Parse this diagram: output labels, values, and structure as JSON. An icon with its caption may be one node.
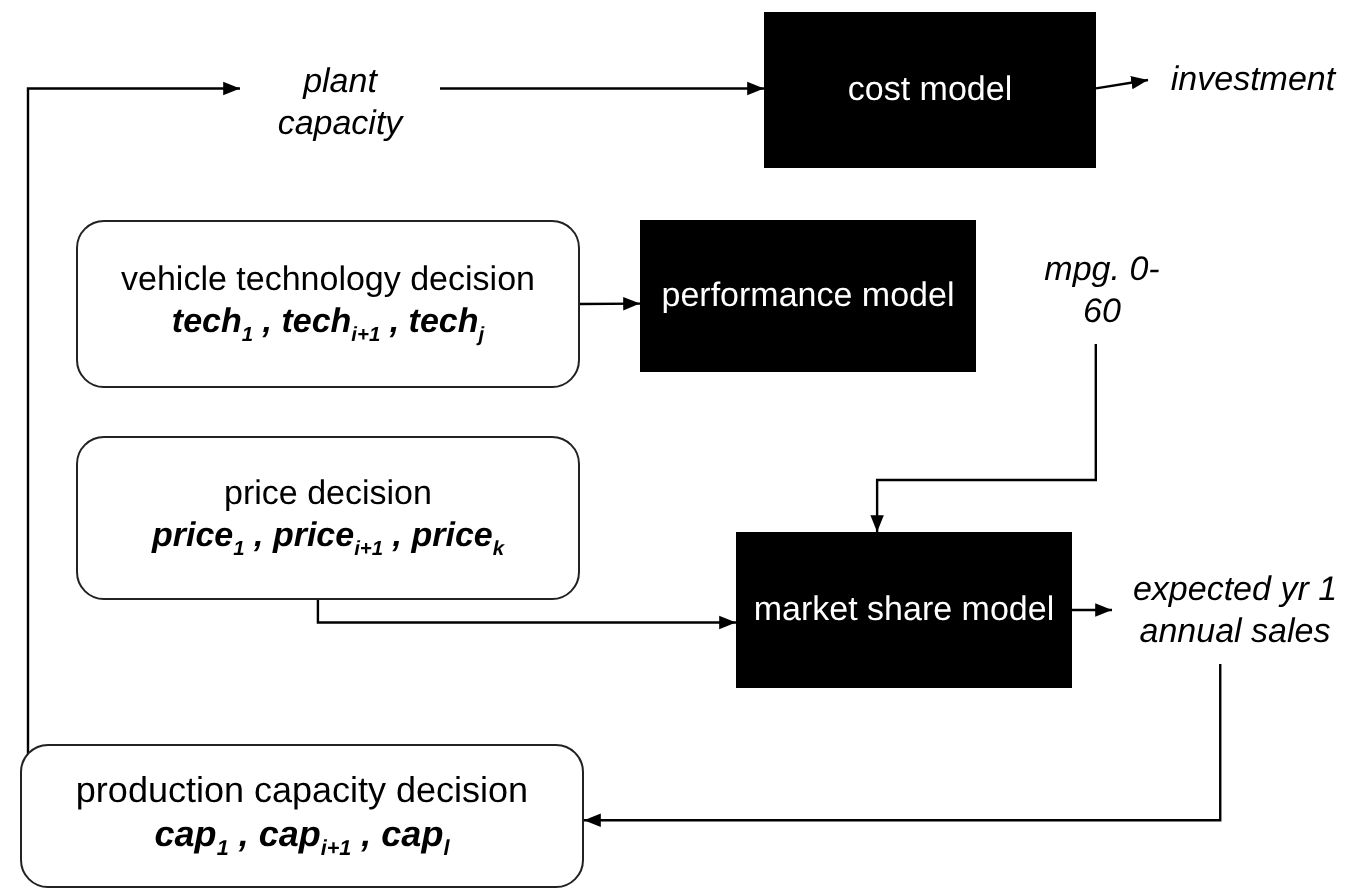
{
  "diagram": {
    "nodes": [
      {
        "text": [
          "plant capacity"
        ]
      },
      {
        "text": [
          "cost model"
        ]
      },
      {
        "text": [
          "investment"
        ]
      },
      {
        "text": [
          "vehicle technology decision",
          "tech$_{1}$ , tech$_{i+1}$ , tech$_{j}$"
        ]
      },
      {
        "text": [
          "performance model"
        ]
      },
      {
        "text": [
          "mpg. 0-60"
        ]
      },
      {
        "text": [
          "price decision",
          "price$_{1}$ , price$_{i+1}$ , price$_{k}$"
        ]
      },
      {
        "text": [
          "market share model"
        ]
      },
      {
        "text": [
          "expected yr 1 annual sales"
        ]
      },
      {
        "text": [
          "production capacity decision",
          "cap$_{1}$ , cap$_{i+1}$ , cap$_{l}$"
        ]
      }
    ],
    "edges": [
      {
        "from": 9,
        "to": 0,
        "arrow": "to"
      },
      {
        "from": 0,
        "to": 1,
        "arrow": "to"
      },
      {
        "from": 1,
        "to": 2,
        "arrow": "to"
      },
      {
        "from": 3,
        "to": 4,
        "arrow": "to"
      },
      {
        "from": 5,
        "to": 7,
        "arrow": "to"
      },
      {
        "from": 6,
        "to": 7,
        "arrow": "to"
      },
      {
        "from": 7,
        "to": 8,
        "arrow": "to"
      },
      {
        "from": 8,
        "to": 9,
        "arrow": "to"
      }
    ]
  }
}
